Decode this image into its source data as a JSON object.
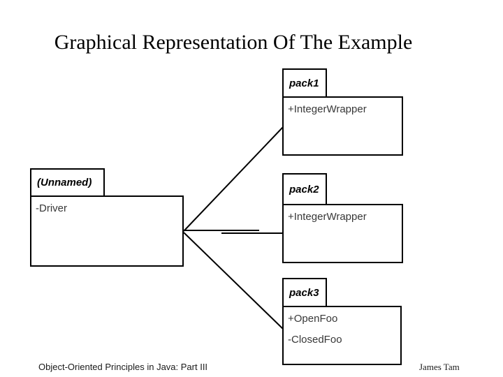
{
  "slide": {
    "title": "Graphical Representation Of The Example",
    "footer_left": "Object-Oriented Principles in Java: Part III",
    "footer_right": "James Tam"
  },
  "packages": {
    "pack1": {
      "label": "pack1",
      "members": [
        "+IntegerWrapper"
      ]
    },
    "unnamed": {
      "label": "(Unnamed)",
      "members": [
        "-Driver"
      ]
    },
    "pack2": {
      "label": "pack2",
      "members": [
        "+IntegerWrapper"
      ]
    },
    "pack3": {
      "label": "pack3",
      "members": [
        "+OpenFoo",
        "-ClosedFoo"
      ]
    }
  },
  "connectors": [
    {
      "from": "unnamed",
      "to": "pack1"
    },
    {
      "from": "unnamed",
      "to": "pack2"
    },
    {
      "from": "unnamed",
      "to": "pack3"
    }
  ],
  "colors": {
    "background": "#ffffff",
    "border": "#000000",
    "line": "#000000",
    "member_text": "#383838"
  }
}
